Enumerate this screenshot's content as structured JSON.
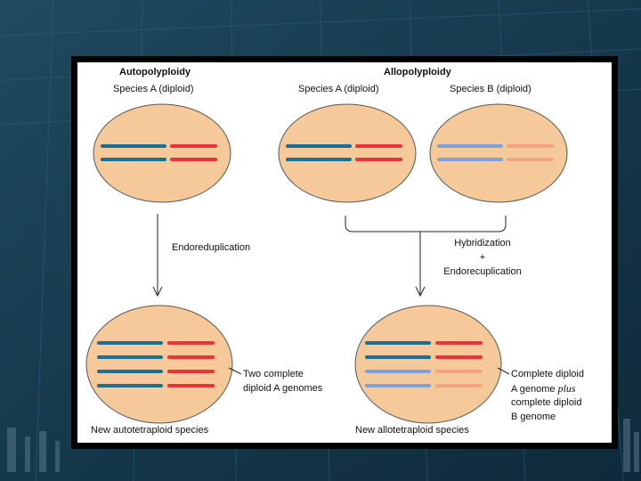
{
  "headings": {
    "autopolyploidy": "Autopolyploidy",
    "allopolyploidy": "Allopolyploidy"
  },
  "labels": {
    "species_a_auto": "Species A (diploid)",
    "species_a_allo": "Species A (diploid)",
    "species_b": "Species B (diploid)",
    "endoreduplication": "Endoreduplication",
    "hybridization": "Hybridization",
    "plus_sign": "+",
    "endoreduplication_allo": "Endorecuplication",
    "new_autotetraploid": "New autotetraploid species",
    "new_allotetraploid": "New allotetraploid species",
    "auto_note_line1": "Two complete",
    "auto_note_line2": "diploid A genomes",
    "allo_note_line1": "Complete diploid",
    "allo_note_line2_pre": "A genome ",
    "allo_note_line2_italic": "plus",
    "allo_note_line3": "complete diploid",
    "allo_note_line4": "B genome"
  },
  "colors": {
    "cell_fill": "#f6c99a",
    "cell_stroke": "#555555",
    "species_a_chr1": "#1c6f94",
    "species_a_chr2": "#e8343c",
    "species_b_chr1": "#7fa0dc",
    "species_b_chr2": "#f5a27f",
    "panel_border": "#000000",
    "background": "#163a4e"
  }
}
